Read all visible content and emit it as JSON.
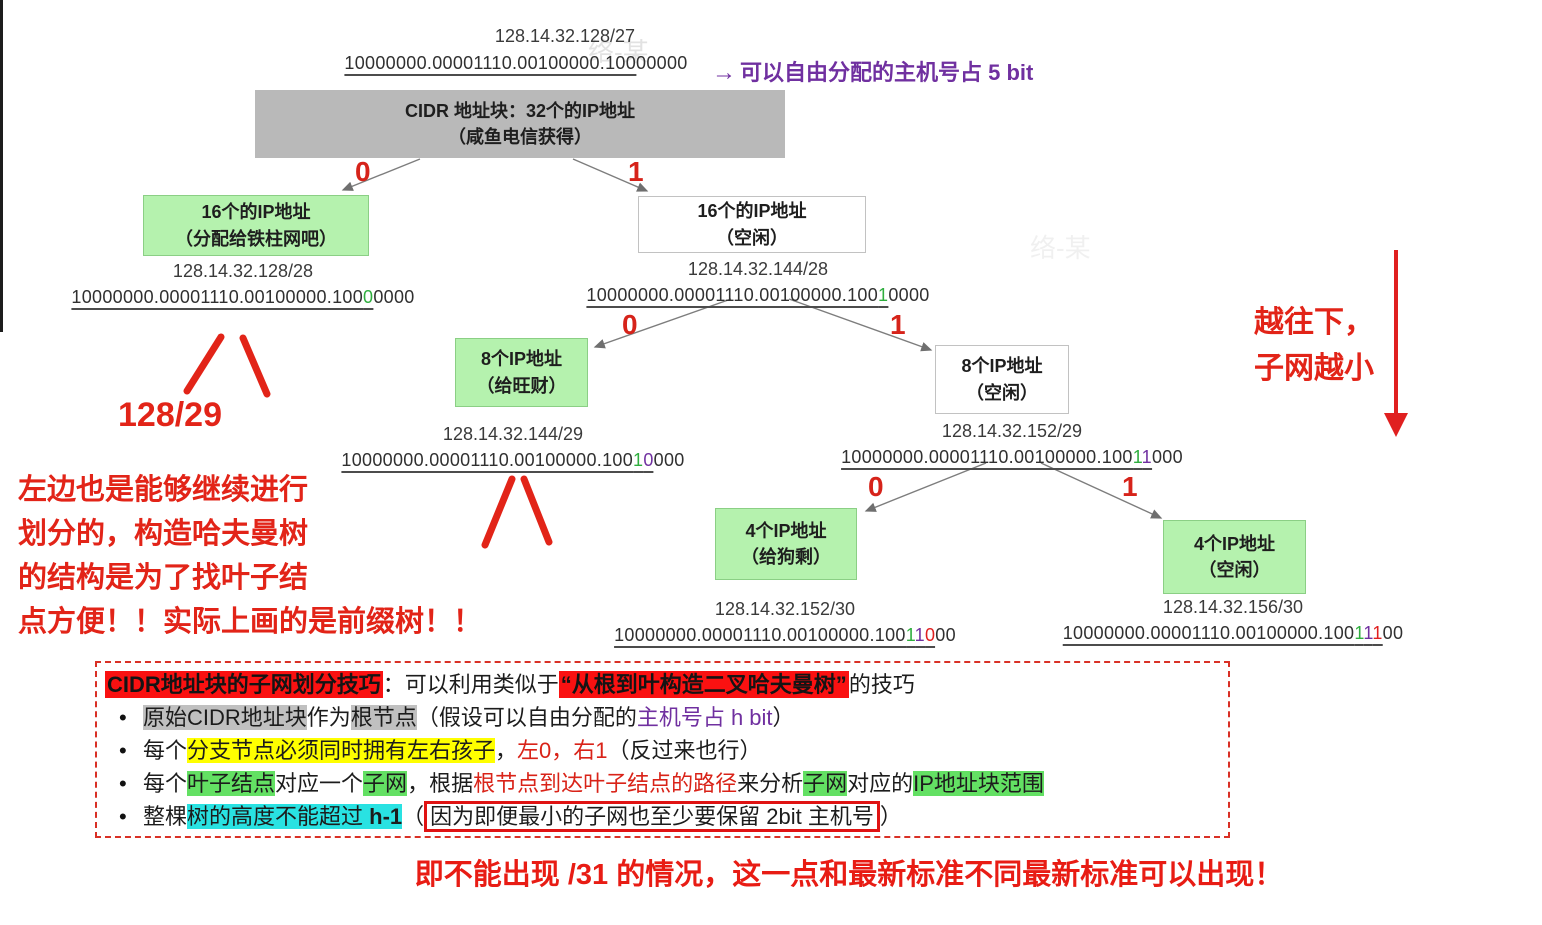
{
  "watermark": "络-某",
  "colors": {
    "annotation_red": "#e22418",
    "purple": "#7030a0",
    "bit_green": "#2fae3e",
    "bit_purple": "#7030a0",
    "bit_red": "#e02020",
    "root_box_gray": "#b9b9b9",
    "leaf_box_green": "#b5f2ae",
    "highlight_red": "#fa1111",
    "highlight_yellow": "#ffff00",
    "highlight_green": "#63e063",
    "highlight_cyan": "#29e2e2",
    "highlight_gray": "#c0c0c0"
  },
  "top": {
    "cidr": "128.14.32.128/27",
    "binary": [
      {
        "t": "10000000.00001110.00100000.100",
        "c": "u"
      },
      {
        "t": "00000",
        "c": ""
      }
    ],
    "host_note_arrow": "→",
    "host_note_text": "可以自由分配的主机号占 5 bit"
  },
  "nodes": {
    "root": {
      "title": "CIDR 地址块：32个的IP地址",
      "subtitle": "（咸鱼电信获得）"
    },
    "l1_left": {
      "title": "16个的IP地址",
      "subtitle": "（分配给铁柱网吧）",
      "cidr": "128.14.32.128/28",
      "binary": [
        {
          "t": "10000000.00001110.00100000.100",
          "c": "u"
        },
        {
          "t": "0",
          "c": "u bit-g"
        },
        {
          "t": "0000",
          "c": ""
        }
      ]
    },
    "l1_right": {
      "title": "16个的IP地址",
      "subtitle": "（空闲）",
      "cidr": "128.14.32.144/28",
      "binary": [
        {
          "t": "10000000.00001110.00100000.100",
          "c": "u"
        },
        {
          "t": "1",
          "c": "u bit-g"
        },
        {
          "t": "0000",
          "c": ""
        }
      ]
    },
    "l2_left": {
      "title": "8个IP地址",
      "subtitle": "（给旺财）",
      "cidr": "128.14.32.144/29",
      "binary": [
        {
          "t": "10000000.00001110.00100000.100",
          "c": "u"
        },
        {
          "t": "1",
          "c": "u bit-g"
        },
        {
          "t": "0",
          "c": "u bit-p"
        },
        {
          "t": "000",
          "c": ""
        }
      ]
    },
    "l2_right": {
      "title": "8个IP地址",
      "subtitle": "（空闲）",
      "cidr": "128.14.32.152/29",
      "binary": [
        {
          "t": "10000000.00001110.00100000.100",
          "c": "u"
        },
        {
          "t": "1",
          "c": "u bit-g"
        },
        {
          "t": "1",
          "c": "u bit-p"
        },
        {
          "t": "000",
          "c": ""
        }
      ]
    },
    "l3_left": {
      "title": "4个IP地址",
      "subtitle": "（给狗剩）",
      "cidr": "128.14.32.152/30",
      "binary": [
        {
          "t": "10000000.00001110.00100000.100",
          "c": "u"
        },
        {
          "t": "1",
          "c": "u bit-g"
        },
        {
          "t": "1",
          "c": "u bit-p"
        },
        {
          "t": "0",
          "c": "u bit-r"
        },
        {
          "t": "00",
          "c": ""
        }
      ]
    },
    "l3_right": {
      "title": "4个IP地址",
      "subtitle": "（空闲）",
      "cidr": "128.14.32.156/30",
      "binary": [
        {
          "t": "10000000.00001110.00100000.100",
          "c": "u"
        },
        {
          "t": "1",
          "c": "u bit-g"
        },
        {
          "t": "1",
          "c": "u bit-p"
        },
        {
          "t": "1",
          "c": "u bit-r"
        },
        {
          "t": "00",
          "c": ""
        }
      ]
    }
  },
  "edges": [
    {
      "label": "0"
    },
    {
      "label": "1"
    },
    {
      "label": "0"
    },
    {
      "label": "1"
    },
    {
      "label": "0"
    },
    {
      "label": "1"
    }
  ],
  "annotations": {
    "cidr_129": "128/29",
    "left_para": [
      "左边也是能够继续进行",
      "划分的，构造哈夫曼树",
      "的结构是为了找叶子结",
      "点方便！！实际上画的是前缀树！！"
    ],
    "right_note": [
      "越往下，",
      "子网越小"
    ],
    "bottom_warning": "即不能出现 /31 的情况，这一点和最新标准不同最新标准可以出现！"
  },
  "notes": {
    "bullet": "•",
    "title": [
      {
        "t": "CIDR地址块的子网划分技巧",
        "c": "hl-red bold"
      },
      {
        "t": "：可以利用类似于",
        "c": ""
      },
      {
        "t": "“从根到叶构造二叉哈夫曼树”",
        "c": "hl-red bold"
      },
      {
        "t": "的技巧",
        "c": ""
      }
    ],
    "items": [
      [
        {
          "t": "原始CIDR地址块",
          "c": "hl-gray"
        },
        {
          "t": "作为",
          "c": ""
        },
        {
          "t": "根节点",
          "c": "hl-gray"
        },
        {
          "t": "（假设可以自由分配的",
          "c": ""
        },
        {
          "t": "主机号占 h bit",
          "c": "t-purple"
        },
        {
          "t": "）",
          "c": ""
        }
      ],
      [
        {
          "t": "每个",
          "c": ""
        },
        {
          "t": "分支节点必须同时拥有左右孩子",
          "c": "hl-yellow"
        },
        {
          "t": "，",
          "c": ""
        },
        {
          "t": "左0，右1",
          "c": "t-red"
        },
        {
          "t": "（反过来也行）",
          "c": ""
        }
      ],
      [
        {
          "t": "每个",
          "c": ""
        },
        {
          "t": "叶子结点",
          "c": "hl-green"
        },
        {
          "t": "对应一个",
          "c": ""
        },
        {
          "t": "子网",
          "c": "hl-green"
        },
        {
          "t": "，根据",
          "c": ""
        },
        {
          "t": "根节点到达叶子结点的路径",
          "c": "t-red"
        },
        {
          "t": "来分析",
          "c": ""
        },
        {
          "t": "子网",
          "c": "hl-green"
        },
        {
          "t": "对应的",
          "c": ""
        },
        {
          "t": "IP地址块范围",
          "c": "hl-green"
        }
      ],
      [
        {
          "t": "整棵",
          "c": ""
        },
        {
          "t": "树的高度不能超过 ",
          "c": "hl-cyan"
        },
        {
          "t": "h-1",
          "c": "hl-cyan bold"
        },
        {
          "t": "（",
          "c": ""
        },
        {
          "t": "因为即便最小的子网也至少要保留 2bit 主机号",
          "c": "boxed"
        },
        {
          "t": "）",
          "c": ""
        }
      ]
    ]
  }
}
